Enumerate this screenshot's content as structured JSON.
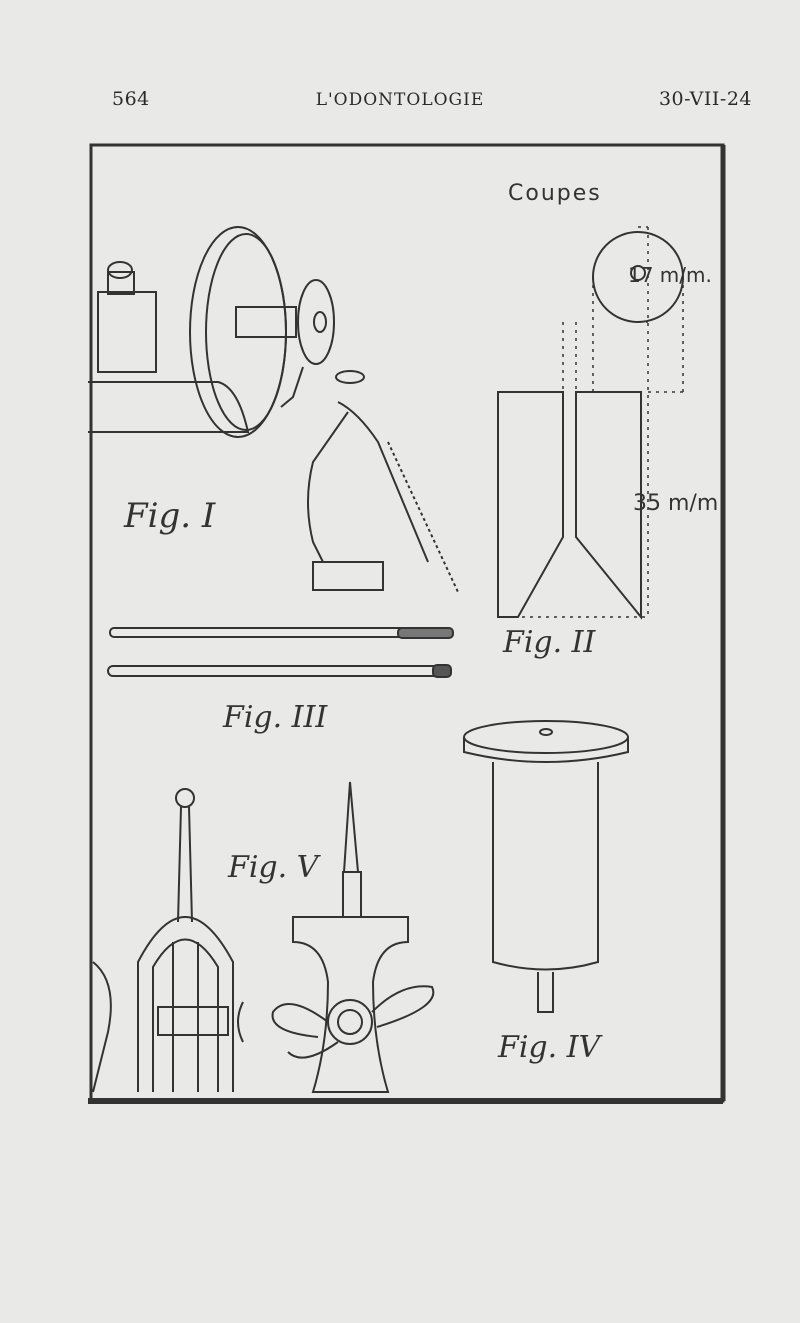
{
  "header": {
    "page_number": "564",
    "journal_title": "L'ODONTOLOGIE",
    "date": "30-VII-24"
  },
  "plate": {
    "section_title": "Coupes",
    "dimension_top": "17 m/m.",
    "dimension_bottom": "35 m/m",
    "figures": {
      "fig1": "Fig. I",
      "fig2": "Fig. II",
      "fig3": "Fig. III",
      "fig4": "Fig. IV",
      "fig5": "Fig. V"
    }
  }
}
